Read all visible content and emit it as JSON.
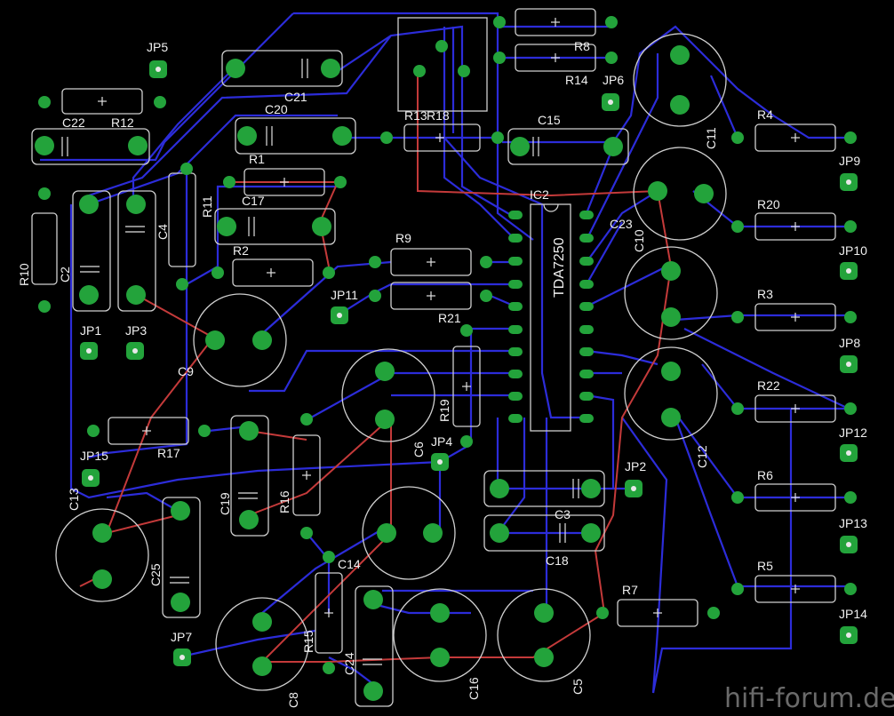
{
  "ic_label": "IC2",
  "ic_part": "TDA7250",
  "watermark": "hifi-forum.de",
  "resistors": {
    "R1": "R1",
    "R2": "R2",
    "R3": "R3",
    "R4": "R4",
    "R5": "R5",
    "R6": "R6",
    "R7": "R7",
    "R8": "R8",
    "R9": "R9",
    "R10": "R10",
    "R11": "R11",
    "R12": "R12",
    "R13": "R13",
    "R14": "R14",
    "R15": "R15",
    "R16": "R16",
    "R17": "R17",
    "R18": "R18",
    "R19": "R19",
    "R20": "R20",
    "R21": "R21",
    "R22": "R22"
  },
  "capacitors": {
    "C2": "C2",
    "C3": "C3",
    "C4": "C4",
    "C5": "C5",
    "C6": "C6",
    "C8": "C8",
    "C9": "C9",
    "C10": "C10",
    "C11": "C11",
    "C12": "C12",
    "C13": "C13",
    "C14": "C14",
    "C15": "C15",
    "C16": "C16",
    "C17": "C17",
    "C18": "C18",
    "C19": "C19",
    "C20": "C20",
    "C21": "C21",
    "C22": "C22",
    "C23": "C23",
    "C24": "C24",
    "C25": "C25"
  },
  "jumpers": {
    "JP1": "JP1",
    "JP2": "JP2",
    "JP3": "JP3",
    "JP4": "JP4",
    "JP5": "JP5",
    "JP6": "JP6",
    "JP7": "JP7",
    "JP8": "JP8",
    "JP9": "JP9",
    "JP10": "JP10",
    "JP11": "JP11",
    "JP12": "JP12",
    "JP13": "JP13",
    "JP14": "JP14",
    "JP15": "JP15"
  }
}
